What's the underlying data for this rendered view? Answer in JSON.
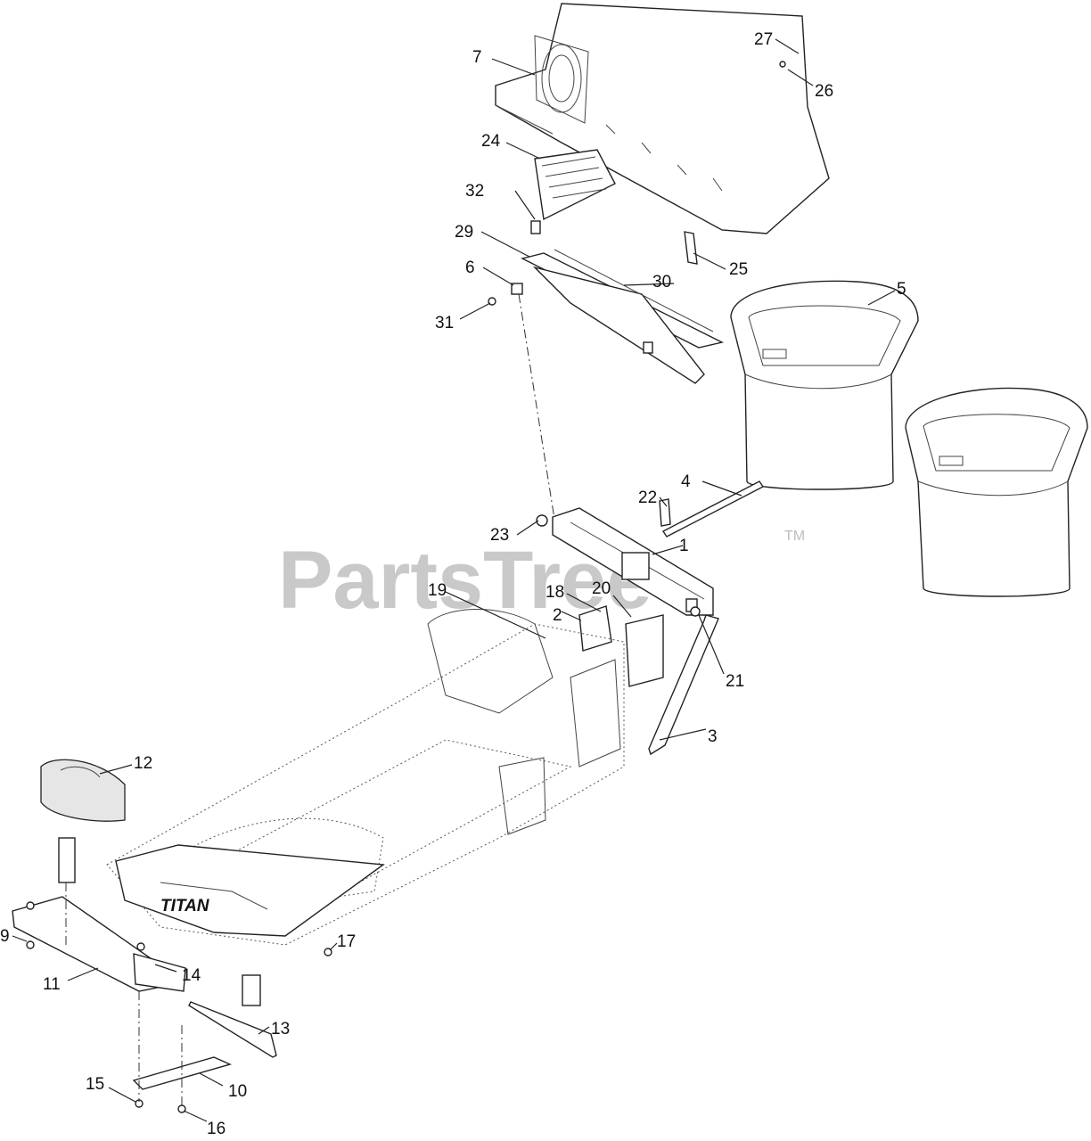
{
  "watermark": {
    "brand": "PartsTree",
    "trademark": "TM"
  },
  "model_badge": "TITAN",
  "callouts": [
    {
      "id": "c1",
      "text": "1"
    },
    {
      "id": "c2",
      "text": "2"
    },
    {
      "id": "c3",
      "text": "3"
    },
    {
      "id": "c4",
      "text": "4"
    },
    {
      "id": "c5",
      "text": "5"
    },
    {
      "id": "c6",
      "text": "6"
    },
    {
      "id": "c7",
      "text": "7"
    },
    {
      "id": "c9",
      "text": "9"
    },
    {
      "id": "c10",
      "text": "10"
    },
    {
      "id": "c11",
      "text": "11"
    },
    {
      "id": "c12",
      "text": "12"
    },
    {
      "id": "c13",
      "text": "13"
    },
    {
      "id": "c14",
      "text": "14"
    },
    {
      "id": "c15",
      "text": "15"
    },
    {
      "id": "c16",
      "text": "16"
    },
    {
      "id": "c17",
      "text": "17"
    },
    {
      "id": "c18",
      "text": "18"
    },
    {
      "id": "c19",
      "text": "19"
    },
    {
      "id": "c20",
      "text": "20"
    },
    {
      "id": "c21",
      "text": "21"
    },
    {
      "id": "c22",
      "text": "22"
    },
    {
      "id": "c23",
      "text": "23"
    },
    {
      "id": "c24",
      "text": "24"
    },
    {
      "id": "c25",
      "text": "25"
    },
    {
      "id": "c26",
      "text": "26"
    },
    {
      "id": "c27",
      "text": "27"
    },
    {
      "id": "c29",
      "text": "29"
    },
    {
      "id": "c30",
      "text": "30"
    },
    {
      "id": "c31",
      "text": "31"
    },
    {
      "id": "c32",
      "text": "32"
    }
  ]
}
